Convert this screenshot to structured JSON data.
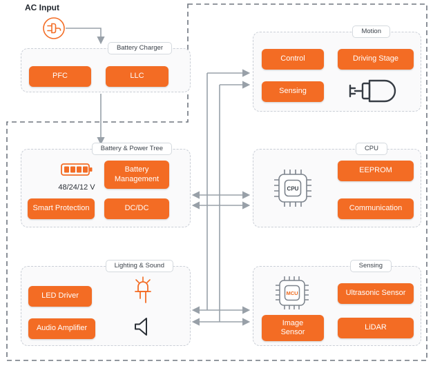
{
  "colors": {
    "accent": "#F36C24",
    "connector": "#98A0A8",
    "outer_border": "#6E757E"
  },
  "ac_input": {
    "label": "AC Input"
  },
  "blocks": {
    "battery_charger": {
      "label": "Battery Charger",
      "pfc": "PFC",
      "llc": "LLC"
    },
    "battery_power_tree": {
      "label": "Battery & Power Tree",
      "voltage": "48/24/12 V",
      "battery_management": "Battery Management",
      "smart_protection": "Smart Protection",
      "dcdc": "DC/DC"
    },
    "lighting_sound": {
      "label": "Lighting & Sound",
      "led_driver": "LED Driver",
      "audio_amplifier": "Audio Amplifier"
    },
    "motion": {
      "label": "Motion",
      "control": "Control",
      "driving_stage": "Driving Stage",
      "sensing": "Sensing"
    },
    "cpu": {
      "label": "CPU",
      "chip_label": "CPU",
      "eeprom": "EEPROM",
      "communication": "Communication"
    },
    "sensing": {
      "label": "Sensing",
      "chip_label": "MCU",
      "ultrasonic_sensor": "Ultrasonic Sensor",
      "image_sensor": "Image Sensor",
      "lidar": "LiDAR"
    }
  }
}
